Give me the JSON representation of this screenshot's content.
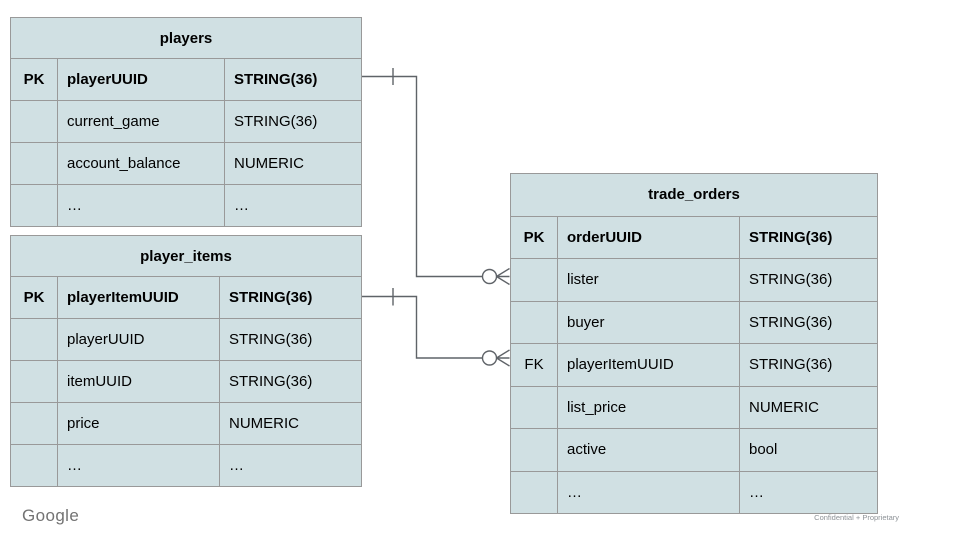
{
  "tables": {
    "players": {
      "title": "players",
      "rows": [
        {
          "key": "PK",
          "name": "playerUUID",
          "type": "STRING(36)"
        },
        {
          "key": "",
          "name": "current_game",
          "type": "STRING(36)"
        },
        {
          "key": "",
          "name": "account_balance",
          "type": "NUMERIC"
        },
        {
          "key": "",
          "name": "…",
          "type": "…"
        }
      ]
    },
    "player_items": {
      "title": "player_items",
      "rows": [
        {
          "key": "PK",
          "name": "playerItemUUID",
          "type": "STRING(36)"
        },
        {
          "key": "",
          "name": "playerUUID",
          "type": "STRING(36)"
        },
        {
          "key": "",
          "name": "itemUUID",
          "type": "STRING(36)"
        },
        {
          "key": "",
          "name": "price",
          "type": "NUMERIC"
        },
        {
          "key": "",
          "name": "…",
          "type": "…"
        }
      ]
    },
    "trade_orders": {
      "title": "trade_orders",
      "rows": [
        {
          "key": "PK",
          "name": "orderUUID",
          "type": "STRING(36)"
        },
        {
          "key": "",
          "name": "lister",
          "type": "STRING(36)"
        },
        {
          "key": "",
          "name": "buyer",
          "type": "STRING(36)"
        },
        {
          "key": "FK",
          "name": "playerItemUUID",
          "type": "STRING(36)"
        },
        {
          "key": "",
          "name": "list_price",
          "type": "NUMERIC"
        },
        {
          "key": "",
          "name": "active",
          "type": "bool"
        },
        {
          "key": "",
          "name": "…",
          "type": "…"
        }
      ]
    }
  },
  "relationships": [
    {
      "from_table": "players",
      "from_field": "playerUUID",
      "to_table": "trade_orders",
      "to_field": "lister",
      "from_cardinality": "one",
      "to_cardinality": "zero-or-many"
    },
    {
      "from_table": "player_items",
      "from_field": "playerItemUUID",
      "to_table": "trade_orders",
      "to_field": "playerItemUUID",
      "from_cardinality": "one",
      "to_cardinality": "zero-or-many"
    }
  ],
  "footer": {
    "logo_text": "Google",
    "confidential_label": "Confidential + Proprietary"
  },
  "colors": {
    "cell_fill": "#d0e0e3",
    "table_border": "#999999",
    "connector_line": "#5f6368",
    "text": "#000000",
    "logo_gray": "#737373",
    "footer_gray": "#8d9297"
  }
}
